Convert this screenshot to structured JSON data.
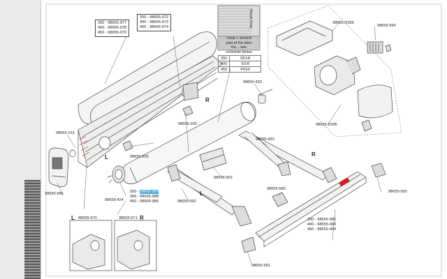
{
  "labels": {
    "box_cover": [
      "350 - 98655-977",
      "400 - 98655-978",
      "450 - 98655-979"
    ],
    "box_profile": [
      "350 - 98655-972",
      "400 - 98655-973",
      "450 - 98655-974"
    ],
    "fabric_color": "Royal Grey",
    "fabric_note": [
      "cinsa + second",
      "part of the item",
      "No. - see",
      "schedule below"
    ],
    "fabric_table": [
      [
        "350",
        "D01R"
      ],
      [
        "400",
        "I01R"
      ],
      [
        "450",
        "P01R"
      ]
    ],
    "p433": "98655-433",
    "p205": "98655-205",
    "p193": "98655-193",
    "p993": "98655-993",
    "p563": "98655-563",
    "p992": "98655-992",
    "p424": "98655-424",
    "p586": "98655-586",
    "tube": [
      [
        "350",
        "98655-987"
      ],
      "400 - 98655-988",
      "450 - 98655-989"
    ],
    "p580": "98655-580",
    "p582": "98655-582",
    "pd396": "98655-D396",
    "p994": "98655-994",
    "pd395": "98655-D395",
    "front_bar": [
      "350 - 98655-982",
      "400 - 98655-983",
      "450 - 98655-984"
    ],
    "p581": "98655-581",
    "p970": "98655-970",
    "p971": "98655-971",
    "side_l": "L",
    "side_r": "R"
  }
}
